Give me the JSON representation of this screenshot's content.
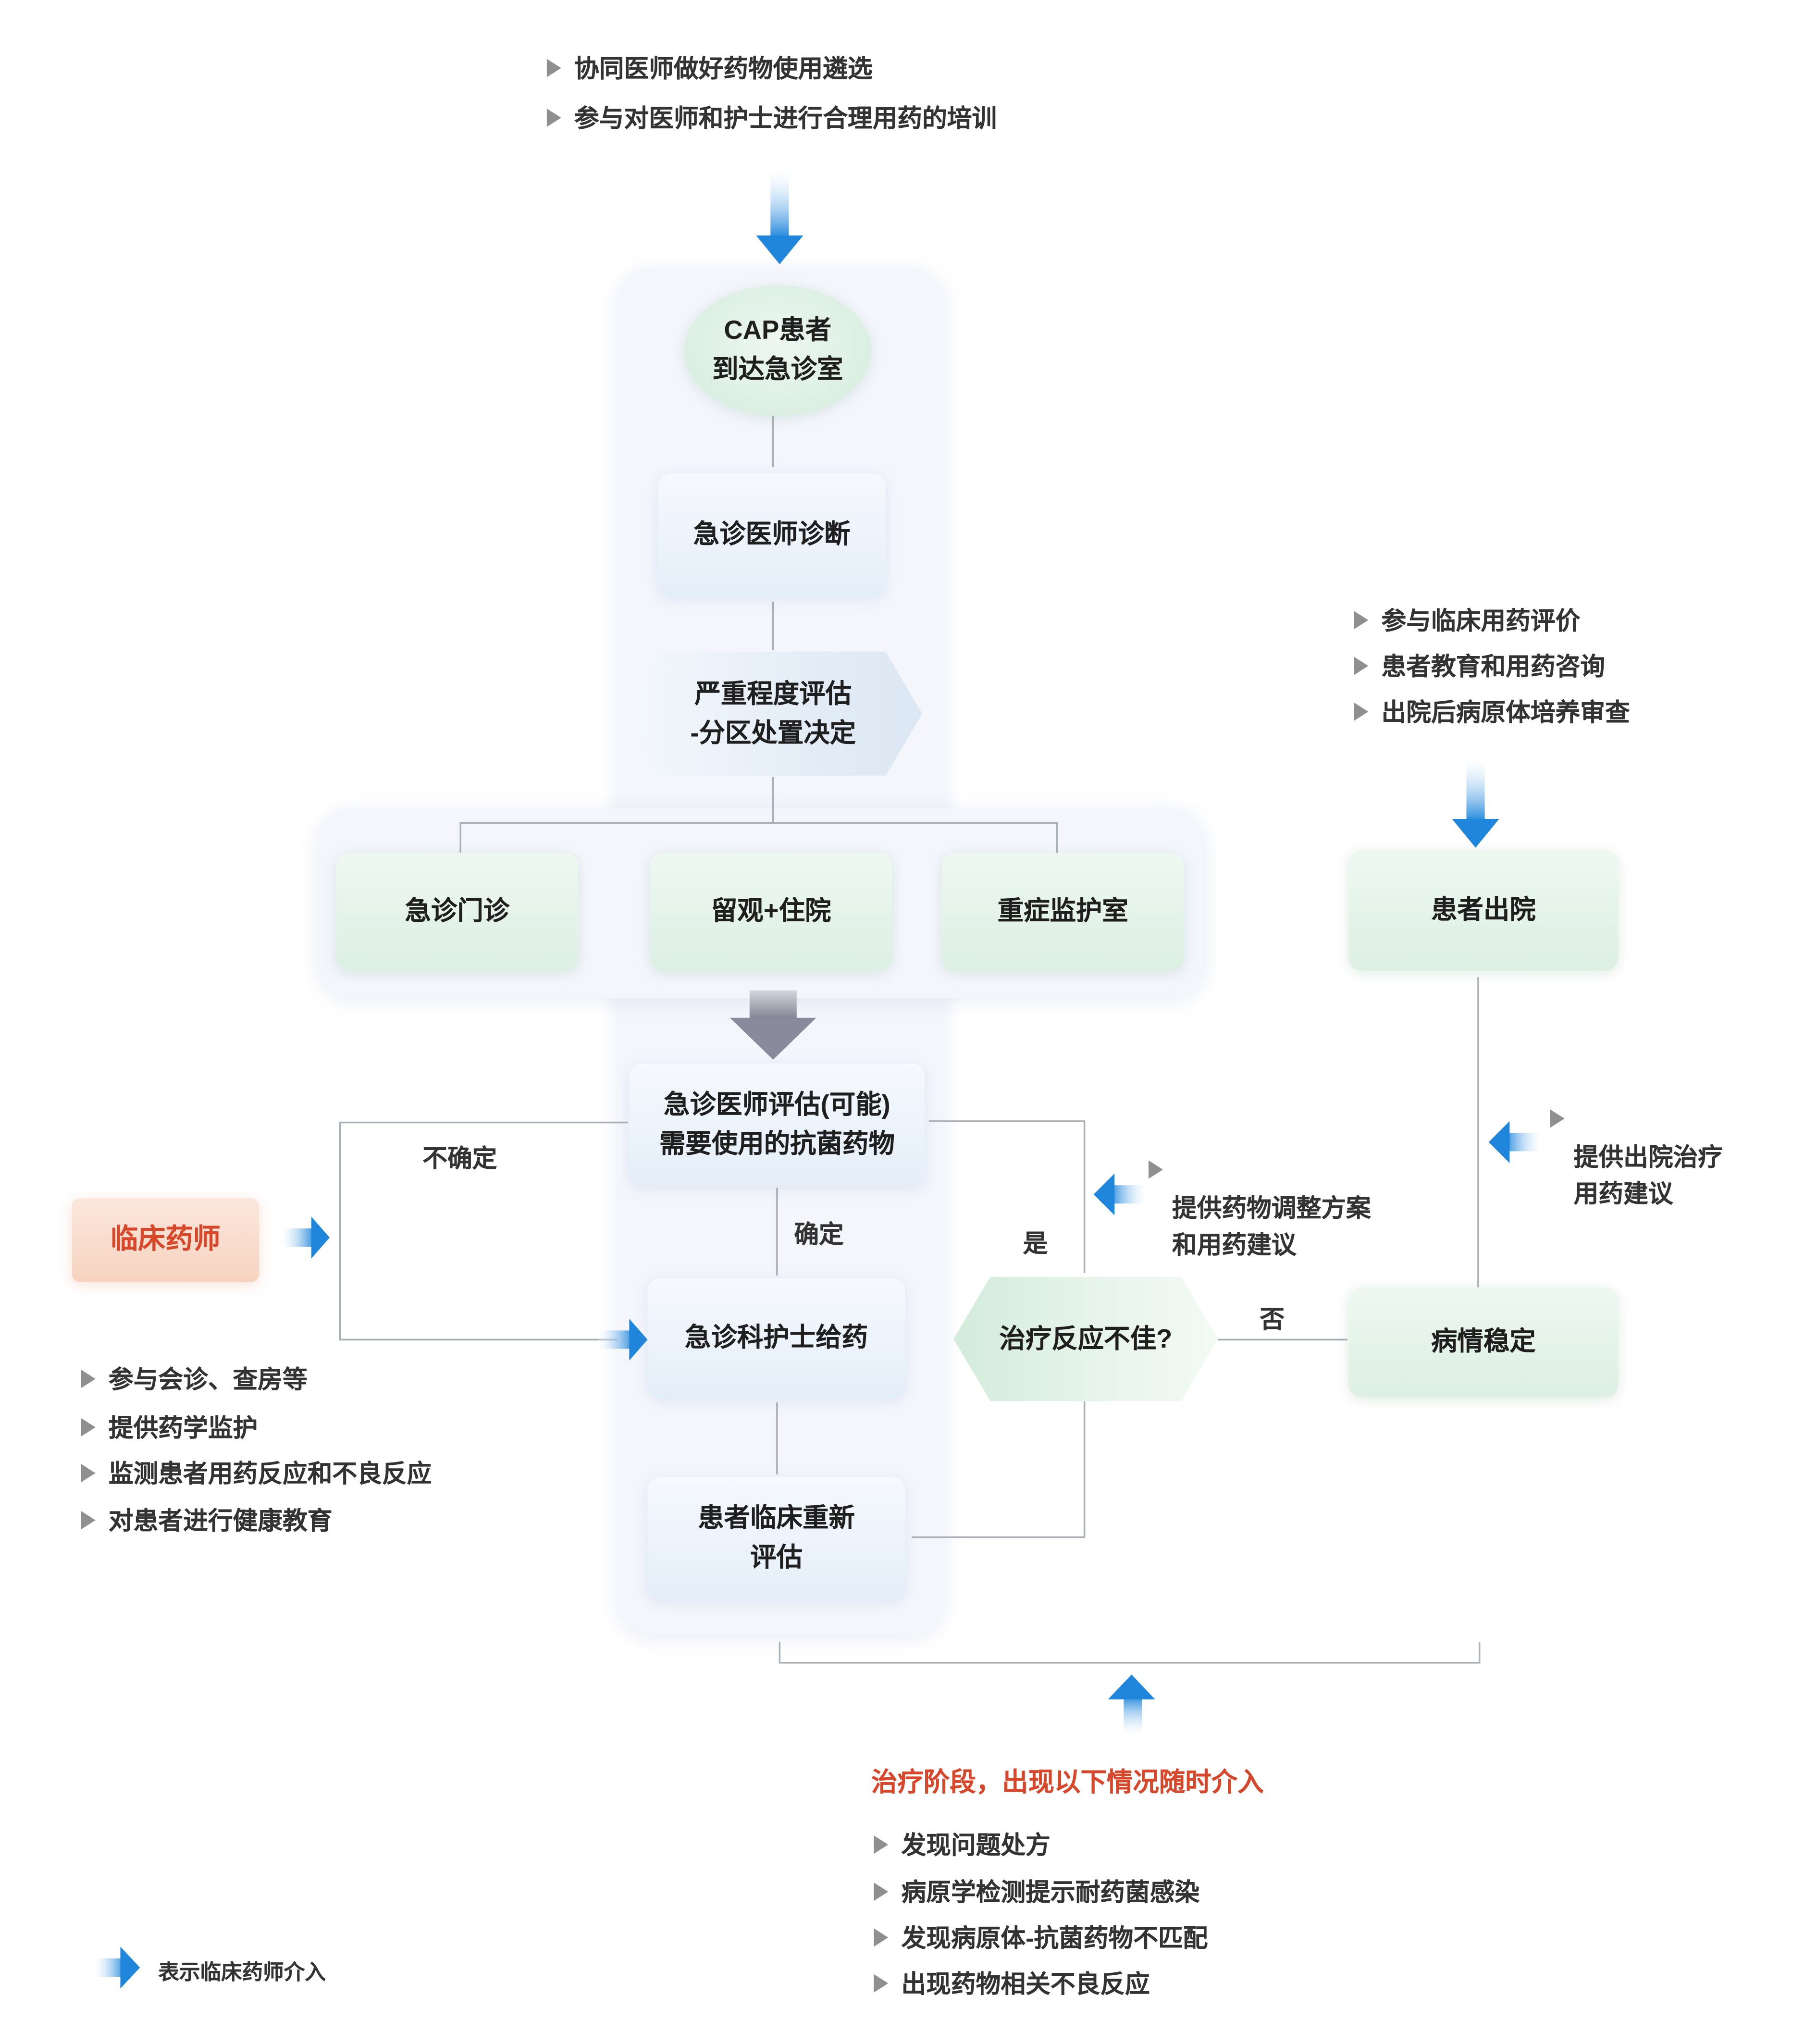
{
  "top_notes": [
    "协同医师做好药物使用遴选",
    "参与对医师和护士进行合理用药的培训"
  ],
  "nodes": {
    "arrival": "CAP患者\n到达急诊室",
    "diagnosis": "急诊医师诊断",
    "severity": "严重程度评估\n-分区处置决定",
    "outpatient": "急诊门诊",
    "observation": "留观+住院",
    "icu": "重症监护室",
    "evaluation": "急诊医师评估(可能)\n需要使用的抗菌药物",
    "nurse": "急诊科护士给药",
    "reassess": "患者临床重新\n评估",
    "response": "治疗反应不佳?",
    "stable": "病情稳定",
    "discharge": "患者出院"
  },
  "labels": {
    "uncertain": "不确定",
    "certain": "确定",
    "yes": "是",
    "no": "否"
  },
  "pharmacist": {
    "title": "临床药师",
    "notes": [
      "参与会诊、查房等",
      "提供药学监护",
      "监测患者用药反应和不良反应",
      "对患者进行健康教育"
    ]
  },
  "adjust_note": "提供药物调整方案\n和用药建议",
  "discharge_advice": "提供出院治疗\n用药建议",
  "discharge_notes": [
    "参与临床用药评价",
    "患者教育和用药咨询",
    "出院后病原体培养审查"
  ],
  "treatment": {
    "title": "治疗阶段，出现以下情况随时介入",
    "items": [
      "发现问题处方",
      "病原学检测提示耐药菌感染",
      "发现病原体-抗菌药物不匹配",
      "出现药物相关不良反应"
    ]
  },
  "legend": "表示临床药师介入",
  "colors": {
    "accent_red": "#d9472b",
    "arrow_blue": "#1f86dc",
    "green_node": "#ddefe3",
    "panel": "#f4f6fc"
  }
}
